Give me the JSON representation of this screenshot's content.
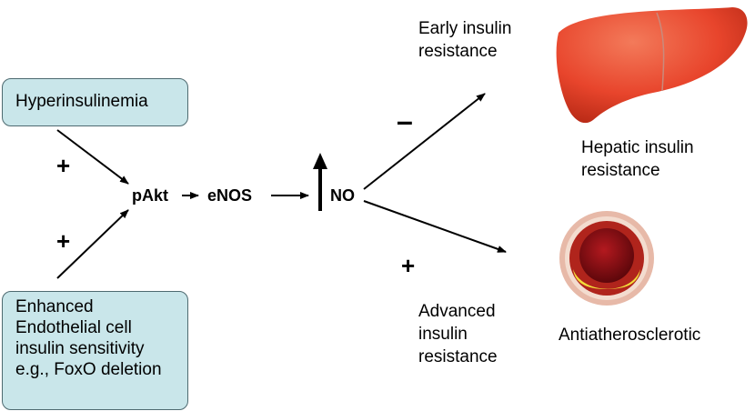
{
  "inputs": {
    "hyperinsulinemia": "Hyperinsulinemia",
    "endothelial_lines": [
      "Enhanced",
      "Endothelial cell",
      "insulin sensitivity",
      "e.g., FoxO deletion"
    ]
  },
  "signs": {
    "upper_plus": "+",
    "lower_plus": "+",
    "minus": "–",
    "right_plus": "+"
  },
  "pathway": {
    "pakt": "pAkt",
    "enos": "eNOS",
    "no": "NO"
  },
  "outcomes": {
    "early_lines": [
      "Early insulin",
      "resistance"
    ],
    "hepatic_lines": [
      "Hepatic insulin",
      "resistance"
    ],
    "advanced_lines": [
      "Advanced",
      "insulin",
      "resistance"
    ],
    "antiathero": "Antiatherosclerotic"
  },
  "colors": {
    "box_fill": "#c9e6ea",
    "box_border": "#4e6a70",
    "liver": "#e8452c",
    "artery_outer": "#e7b9a8",
    "plaque": "#f2dc3a",
    "lumen": "#7c0b10"
  }
}
